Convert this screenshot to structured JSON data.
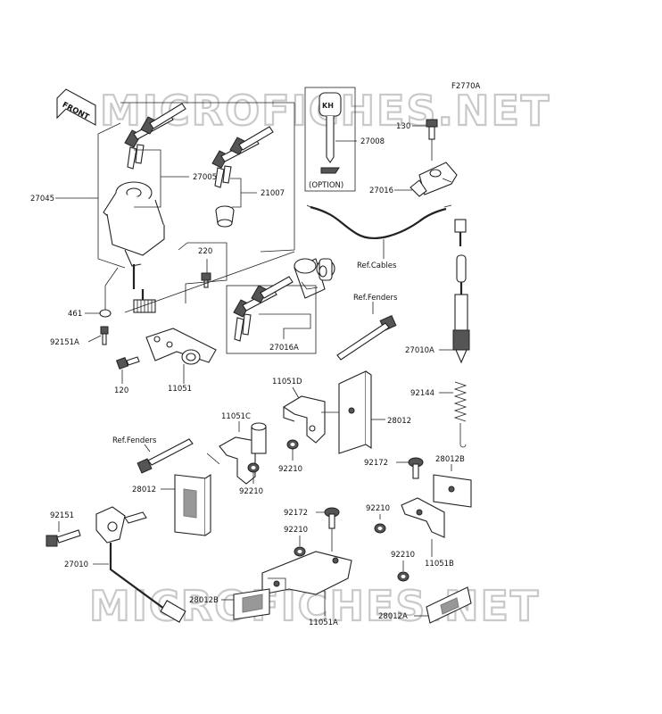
{
  "diagram_id": "F2770A",
  "watermark": "MICROFICHES.NET",
  "front_label": "FRONT",
  "option_label": "(OPTION)",
  "labels": {
    "p27005": "27005",
    "p27045": "27045",
    "p21007": "21007",
    "p27008": "27008",
    "p130": "130",
    "p27016": "27016",
    "p220": "220",
    "p461": "461",
    "p92151A": "92151A",
    "p120": "120",
    "p11051": "11051",
    "p27016A": "27016A",
    "refCables": "Ref.Cables",
    "refFenders1": "Ref.Fenders",
    "p27010A": "27010A",
    "p11051D": "11051D",
    "p28012a": "28012",
    "p92144": "92144",
    "p11051C": "11051C",
    "refFenders2": "Ref.Fenders",
    "p92210a": "92210",
    "p28012b": "28012",
    "p92210b": "92210",
    "p92172a": "92172",
    "p28012B1": "28012B",
    "p92151": "92151",
    "p92172b": "92172",
    "p92210c": "92210",
    "p92210d": "92210",
    "p11051B": "11051B",
    "p27010": "27010",
    "p92210e": "92210",
    "p28012B2": "28012B",
    "p11051A": "11051A",
    "p28012A": "28012A"
  }
}
